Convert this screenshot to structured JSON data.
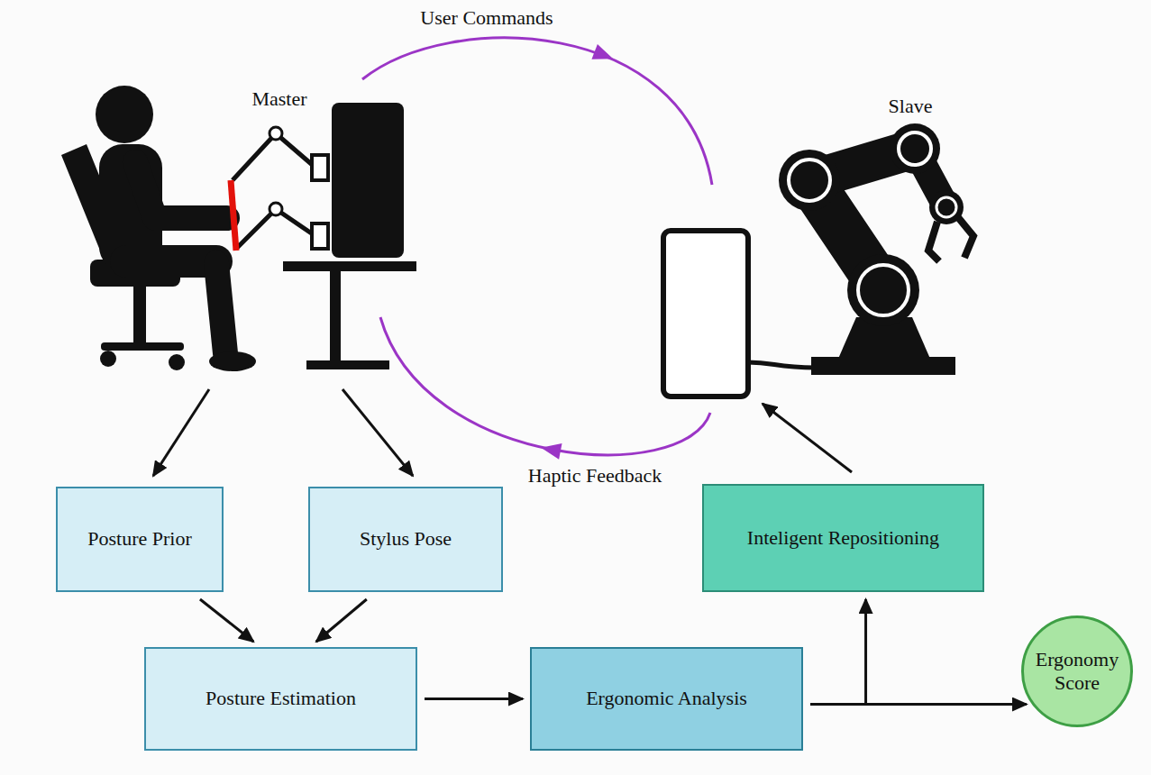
{
  "diagram": {
    "nodes": [
      {
        "text": [
          "Posture Prior"
        ]
      },
      {
        "text": [
          "Stylus Pose"
        ]
      },
      {
        "text": [
          "Inteligent Repositioning"
        ]
      },
      {
        "text": [
          "Posture Estimation"
        ]
      },
      {
        "text": [
          "Ergonomic Analysis"
        ]
      },
      {
        "text": [
          "Ergonomy Score"
        ]
      }
    ],
    "edges": [
      {
        "from": 0,
        "to": 3,
        "arrow": "to"
      },
      {
        "from": 1,
        "to": 3,
        "arrow": "to"
      },
      {
        "from": 3,
        "to": 4,
        "arrow": "to"
      },
      {
        "from": 4,
        "to": 2,
        "arrow": "to"
      },
      {
        "from": 4,
        "to": 5,
        "arrow": "to"
      }
    ],
    "labels": [
      "User Commands",
      "Master",
      "Slave",
      "Haptic Feedback"
    ]
  }
}
